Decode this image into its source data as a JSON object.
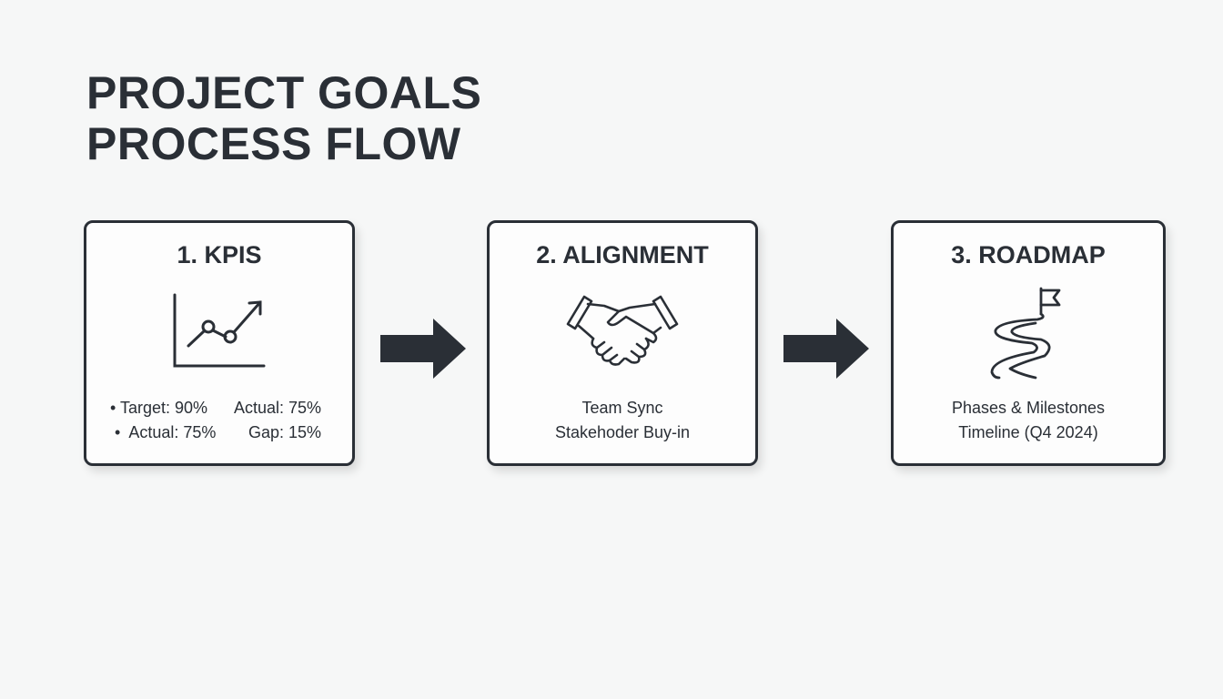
{
  "title": {
    "line1": "PROJECT GOALS",
    "line2": "PROCESS FLOW"
  },
  "steps": [
    {
      "heading": "1. KPIS",
      "icon": "line-chart-icon",
      "bullets": [
        {
          "left": "Target: 90%",
          "right": "Actual: 75%"
        },
        {
          "left": "Actual: 75%",
          "right": "Gap: 15%"
        }
      ]
    },
    {
      "heading": "2. ALIGNMENT",
      "icon": "handshake-icon",
      "lines": [
        "Team Sync",
        "Stakehoder Buy-in"
      ]
    },
    {
      "heading": "3. ROADMAP",
      "icon": "winding-road-flag-icon",
      "lines": [
        "Phases & Milestones",
        "Timeline (Q4 2024)"
      ]
    }
  ],
  "colors": {
    "ink": "#2a2f36",
    "background": "#f6f7f7",
    "card": "#fdfdfd"
  }
}
